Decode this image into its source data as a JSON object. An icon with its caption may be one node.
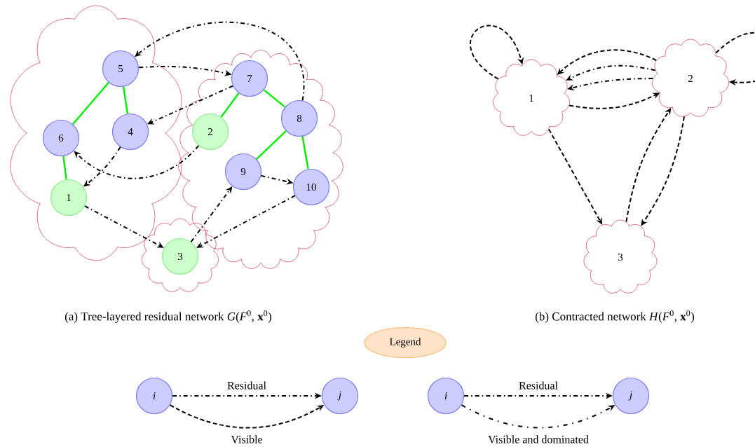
{
  "diagram": {
    "nodes": [
      {
        "text": [],
        "shape": "cloud"
      },
      {
        "text": [
          "5"
        ],
        "in": 0
      },
      {
        "text": [
          "6"
        ],
        "in": 0
      },
      {
        "text": [
          "4"
        ],
        "in": 0
      },
      {
        "text": [
          "1"
        ],
        "in": 0
      },
      {
        "text": [],
        "shape": "cloud"
      },
      {
        "text": [
          "7"
        ],
        "in": 5
      },
      {
        "text": [
          "2"
        ],
        "in": 5
      },
      {
        "text": [
          "8"
        ],
        "in": 5
      },
      {
        "text": [
          "9"
        ],
        "in": 5
      },
      {
        "text": [
          "10"
        ],
        "in": 5
      },
      {
        "text": [],
        "shape": "cloud"
      },
      {
        "text": [
          "3"
        ],
        "in": 11
      },
      {
        "text": [
          "1"
        ]
      },
      {
        "text": [
          "2"
        ]
      },
      {
        "text": [
          "3"
        ]
      },
      {
        "text": [
          "Legend"
        ]
      },
      {
        "text": [
          "i"
        ]
      },
      {
        "text": [
          "j"
        ]
      },
      {
        "text": [
          "i"
        ]
      },
      {
        "text": [
          "j"
        ]
      }
    ],
    "edges": [
      {
        "from": 1,
        "to": 6,
        "arrow": "to",
        "style": "dashed"
      },
      {
        "from": 6,
        "to": 3,
        "arrow": "to",
        "style": "dashed"
      },
      {
        "from": 8,
        "to": 1,
        "arrow": "to",
        "style": "dashed"
      },
      {
        "from": 3,
        "to": 4,
        "arrow": "to",
        "style": "dashed"
      },
      {
        "from": 7,
        "to": 2,
        "arrow": "to",
        "style": "dashed"
      },
      {
        "from": 4,
        "to": 12,
        "arrow": "to",
        "style": "dashed"
      },
      {
        "from": 9,
        "to": 10,
        "arrow": "to",
        "style": "dashed"
      },
      {
        "from": 12,
        "to": 9,
        "arrow": "to",
        "style": "dashed"
      },
      {
        "from": 10,
        "to": 12,
        "arrow": "to",
        "style": "dashed"
      },
      {
        "from": 1,
        "to": 2,
        "arrow": "none",
        "color": "#00ee00"
      },
      {
        "from": 1,
        "to": 3,
        "arrow": "none",
        "color": "#00ee00"
      },
      {
        "from": 2,
        "to": 4,
        "arrow": "none",
        "color": "#00ee00"
      },
      {
        "from": 6,
        "to": 7,
        "arrow": "none",
        "color": "#00ee00"
      },
      {
        "from": 6,
        "to": 8,
        "arrow": "none",
        "color": "#00ee00"
      },
      {
        "from": 8,
        "to": 9,
        "arrow": "none",
        "color": "#00ee00"
      },
      {
        "from": 8,
        "to": 10,
        "arrow": "none",
        "color": "#00ee00"
      },
      {
        "from": 13,
        "to": 13,
        "arrow": "to",
        "style": "dashed"
      },
      {
        "from": 14,
        "to": 14,
        "arrow": "to",
        "style": "dashed"
      },
      {
        "from": 14,
        "to": 13,
        "arrow": "to",
        "style": "dashed"
      },
      {
        "from": 14,
        "to": 13,
        "arrow": "to",
        "style": "dashed"
      },
      {
        "from": 14,
        "to": 13,
        "arrow": "to",
        "style": "dashed"
      },
      {
        "from": 13,
        "to": 14,
        "arrow": "to",
        "style": "dashed"
      },
      {
        "from": 13,
        "to": 15,
        "arrow": "to",
        "style": "dashed"
      },
      {
        "from": 15,
        "to": 14,
        "arrow": "to",
        "style": "dashed"
      },
      {
        "from": 14,
        "to": 15,
        "arrow": "to",
        "style": "dashed"
      },
      {
        "from": 17,
        "to": 18,
        "arrow": "to",
        "style": "dashed",
        "label": "Residual"
      },
      {
        "from": 17,
        "to": 18,
        "arrow": "to",
        "style": "dashed",
        "label": "Visible"
      },
      {
        "from": 19,
        "to": 20,
        "arrow": "to",
        "style": "dashed",
        "label": "Residual"
      },
      {
        "from": 19,
        "to": 20,
        "arrow": "to",
        "style": "dashed",
        "label": "Visible and dominated"
      }
    ],
    "labels": [
      "(a) Tree-layered residual network *G*(*F*$^{0}$, **x**$^{0}$)",
      "(b) Contracted network *H*(*F*$^{0}$, **x**$^{0}$)"
    ]
  }
}
